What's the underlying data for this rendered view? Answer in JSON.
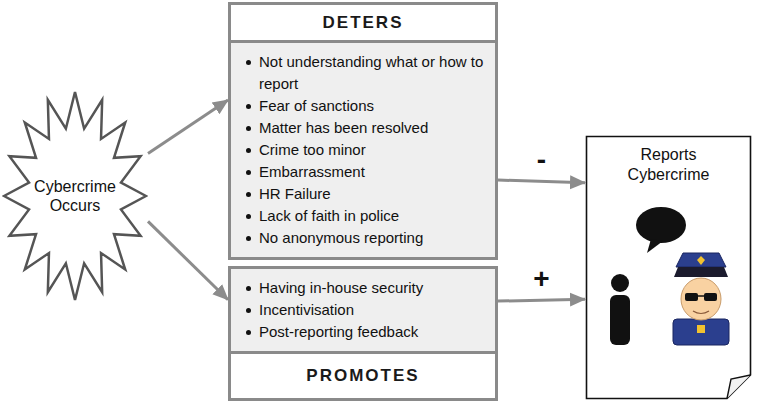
{
  "diagram": {
    "nodes": [
      {
        "text": [
          "Cybercrime Occurs"
        ]
      },
      {
        "text": [
          "DETERS",
          "Not understanding what or how to report",
          "Fear of sanctions",
          "Matter has been resolved",
          "Crime too minor",
          "Embarrassment",
          "HR Failure",
          "Lack of faith in police",
          "No anonymous reporting"
        ]
      },
      {
        "text": [
          "Having in-house security",
          "Incentivisation",
          "Post-reporting feedback",
          "PROMOTES"
        ]
      },
      {
        "text": [
          "Reports Cybercrime"
        ]
      }
    ],
    "edges": [
      {
        "from": 0,
        "to": 1,
        "arrow": "to"
      },
      {
        "from": 0,
        "to": 2,
        "arrow": "to"
      },
      {
        "from": 1,
        "to": 3,
        "label": "-",
        "arrow": "to"
      },
      {
        "from": 2,
        "to": 3,
        "label": "+",
        "arrow": "to"
      }
    ]
  }
}
